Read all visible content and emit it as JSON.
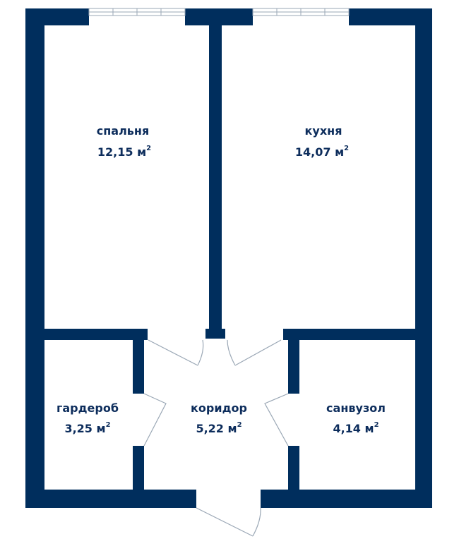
{
  "colors": {
    "wall": "#002e5d",
    "text": "#0d2d5c",
    "door_line": "#9aa7b5",
    "background": "#ffffff"
  },
  "unit": "м",
  "unit_power": "2",
  "rooms": [
    {
      "name": "спальня",
      "area": "12,15"
    },
    {
      "name": "кухня",
      "area": "14,07"
    },
    {
      "name": "гардероб",
      "area": "3,25"
    },
    {
      "name": "коридор",
      "area": "5,22"
    },
    {
      "name": "санвузол",
      "area": "4,14"
    }
  ]
}
